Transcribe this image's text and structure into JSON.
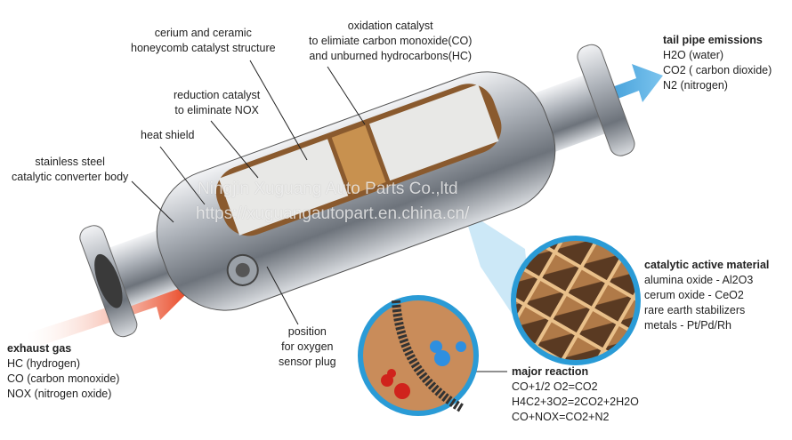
{
  "labels": {
    "honeycomb": [
      "cerium and ceramic",
      "honeycomb catalyst structure"
    ],
    "oxidation": [
      "oxidation catalyst",
      "to elimiate carbon monoxide(CO)",
      "and unburned hydrocarbons(HC)"
    ],
    "reduction": [
      "reduction catalyst",
      "to eliminate NOX"
    ],
    "heat_shield": "heat shield",
    "body": [
      "stainless steel",
      "catalytic converter body"
    ],
    "sensor": [
      "position",
      "for oxygen",
      "sensor plug"
    ]
  },
  "tail_pipe": {
    "title": "tail pipe emissions",
    "items": [
      "H2O (water)",
      "CO2 ( carbon dioxide)",
      "N2 (nitrogen)"
    ]
  },
  "exhaust": {
    "title": "exhaust gas",
    "items": [
      "HC (hydrogen)",
      "CO (carbon monoxide)",
      "NOX (nitrogen oxide)"
    ]
  },
  "active_material": {
    "title": "catalytic active material",
    "items": [
      "alumina oxide - Al2O3",
      "cerum oxide - CeO2",
      "rare earth stabilizers",
      "metals - Pt/Pd/Rh"
    ]
  },
  "reaction": {
    "title": "major reaction",
    "items": [
      "CO+1/2 O2=CO2",
      "H4C2+3O2=2CO2+2H2O",
      "CO+NOX=CO2+N2"
    ]
  },
  "watermark": [
    "Ningjin Xuguang Auto Parts Co.,ltd",
    "https://xuguangautopart.en.china.cn/"
  ],
  "colors": {
    "inlet_arrow": "#e8401c",
    "outlet_arrow": "#2a8fd0",
    "catalyst": "#c8914f",
    "steel": "#b8bcc2"
  }
}
